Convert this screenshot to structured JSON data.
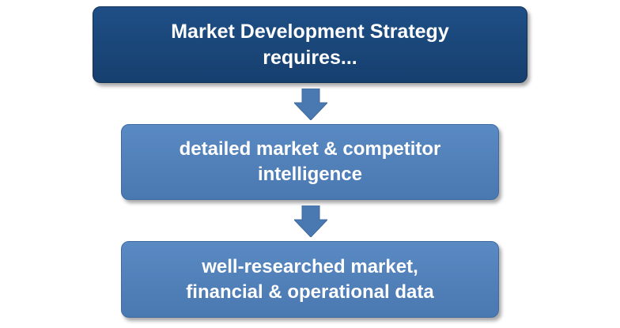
{
  "steps": [
    {
      "text": "Market Development Strategy\nrequires..."
    },
    {
      "text": "detailed market & competitor\nintelligence"
    },
    {
      "text": "well-researched market,\nfinancial & operational data"
    }
  ],
  "colors": {
    "top_box": "#1e4f86",
    "sub_box": "#5a8ac3",
    "arrow": "#4a78b1",
    "text": "#ffffff"
  },
  "icons": {
    "connector": "down-arrow-icon"
  }
}
